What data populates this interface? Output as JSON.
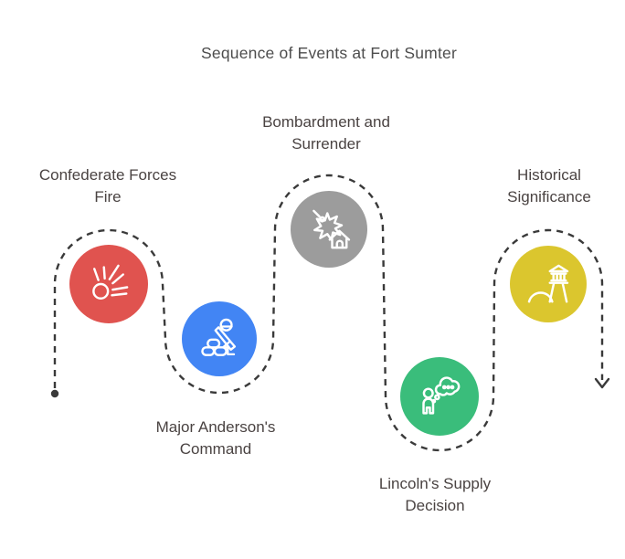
{
  "title": "Sequence of Events at Fort Sumter",
  "title_color": "#4D4D4D",
  "text_color": "#4A4342",
  "icon_stroke": "#FFFFFF",
  "path": {
    "color": "#3A3A3A",
    "start_marker": "dot",
    "end_marker": "arrow-down"
  },
  "steps": [
    {
      "label": "Confederate Forces\nFire",
      "icon": "burst-icon",
      "color": "#E0534F"
    },
    {
      "label": "Major Anderson's\nCommand",
      "icon": "soldier-icon",
      "color": "#4285F4"
    },
    {
      "label": "Bombardment and\nSurrender",
      "icon": "bombardment-icon",
      "color": "#9C9C9C"
    },
    {
      "label": "Lincoln's Supply\nDecision",
      "icon": "thinking-person-icon",
      "color": "#3ABD7B"
    },
    {
      "label": "Historical\nSignificance",
      "icon": "monument-icon",
      "color": "#DBC62E"
    }
  ]
}
